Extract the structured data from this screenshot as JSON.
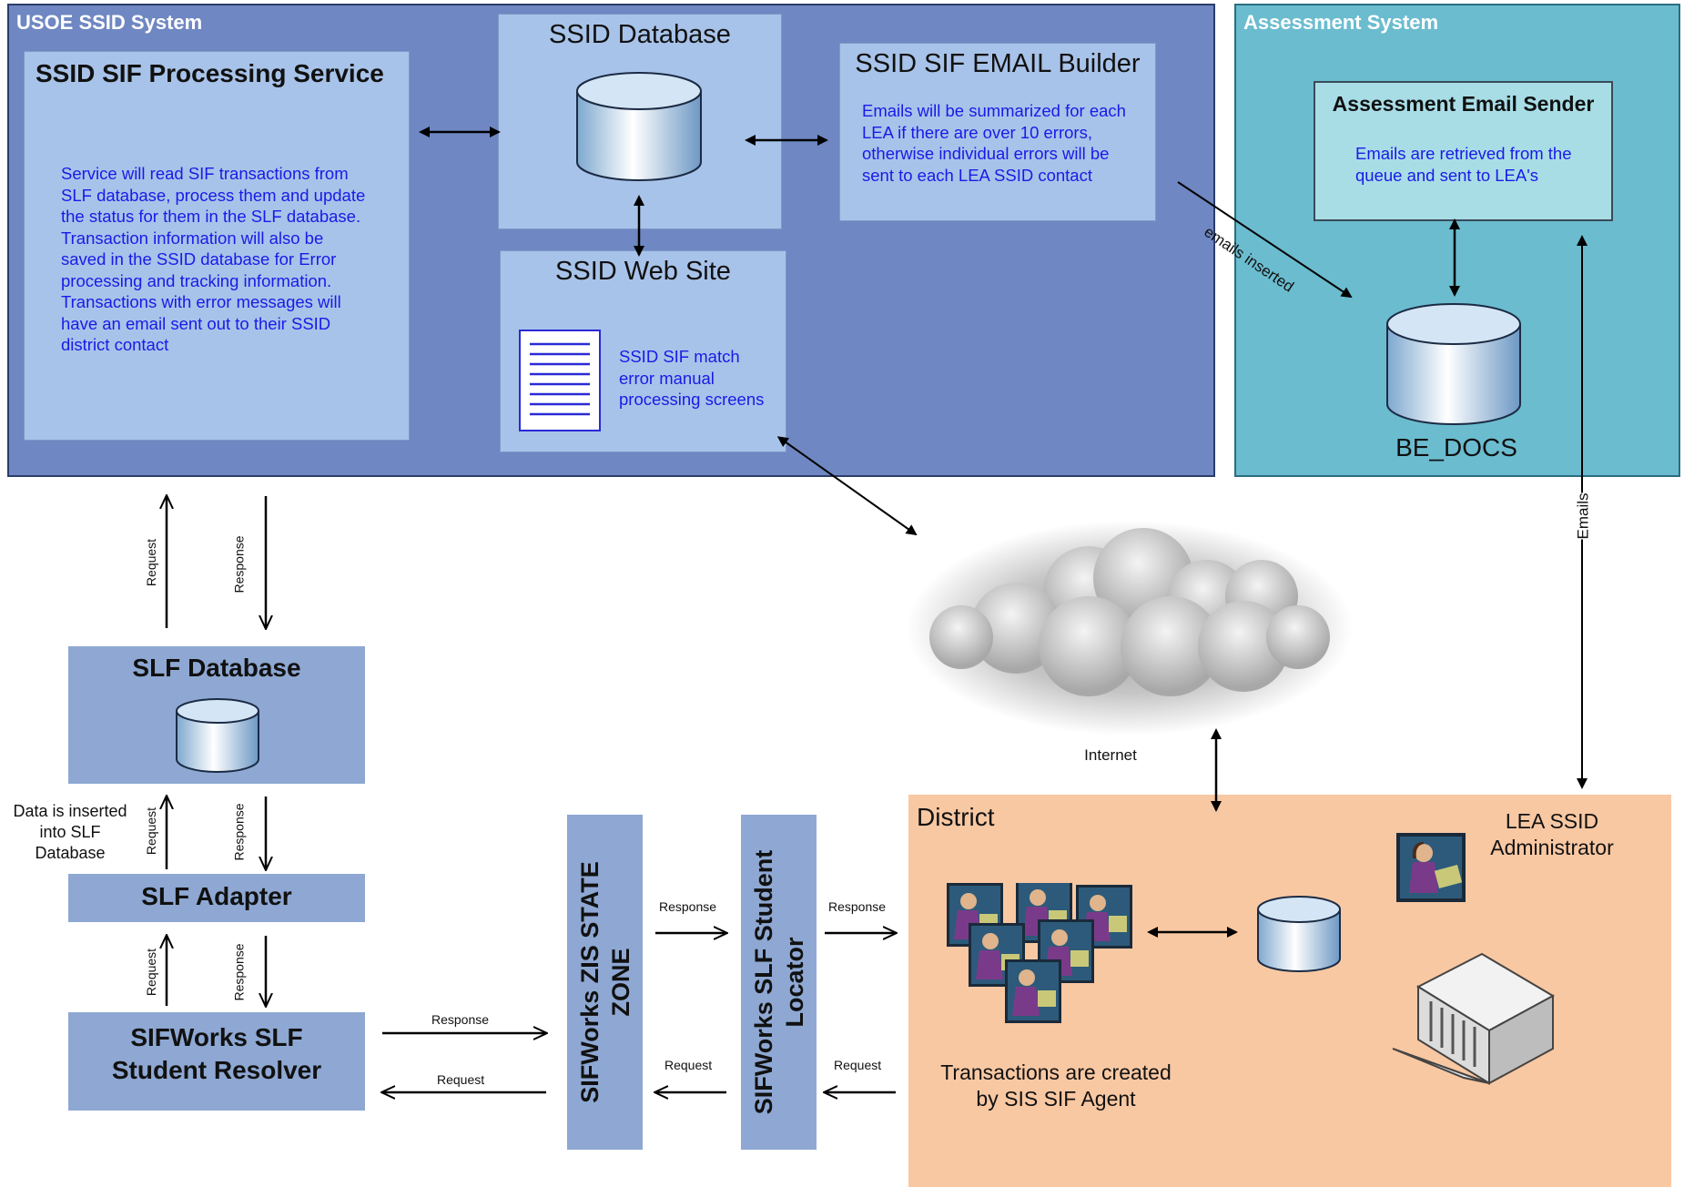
{
  "usoe": {
    "title": "USOE SSID System",
    "processing": {
      "title": "SSID SIF Processing Service",
      "text": "Service will read SIF transactions from SLF database, process them and update the status for them in the SLF database.  Transaction information will also be saved in the SSID database for Error processing and tracking information. Transactions with error messages will have an email sent out to their SSID district contact"
    },
    "ssid_db": {
      "title": "SSID Database"
    },
    "email_builder": {
      "title": "SSID SIF EMAIL Builder",
      "text": "Emails will be summarized for each LEA if there are over 10 errors, otherwise individual errors will be sent to each LEA SSID contact"
    },
    "web_site": {
      "title": "SSID Web Site",
      "text": "SSID SIF match error manual processing screens"
    }
  },
  "assessment": {
    "title": "Assessment System",
    "sender": {
      "title": "Assessment Email Sender",
      "text": "Emails are retrieved from the queue and sent to LEA's"
    },
    "db_label": "BE_DOCS"
  },
  "labels": {
    "emails_inserted": "emails inserted",
    "emails": "Emails",
    "internet": "Internet",
    "request": "Request",
    "response": "Response",
    "data_inserted": "Data is inserted into SLF Database"
  },
  "slf": {
    "database": "SLF Database",
    "adapter": "SLF Adapter",
    "resolver": "SIFWorks SLF Student Resolver"
  },
  "zis": "SIFWorks ZIS STATE ZONE",
  "locator": "SIFWorks SLF Student Locator",
  "district": {
    "title": "District",
    "admin": "LEA SSID Administrator",
    "transactions": "Transactions are created by SIS SIF Agent"
  },
  "colors": {
    "usoe_bg": "#6f87c2",
    "assessment_bg": "#6bbccf",
    "district_bg": "#f8c8a3",
    "blue_text": "#1a1ae8"
  }
}
